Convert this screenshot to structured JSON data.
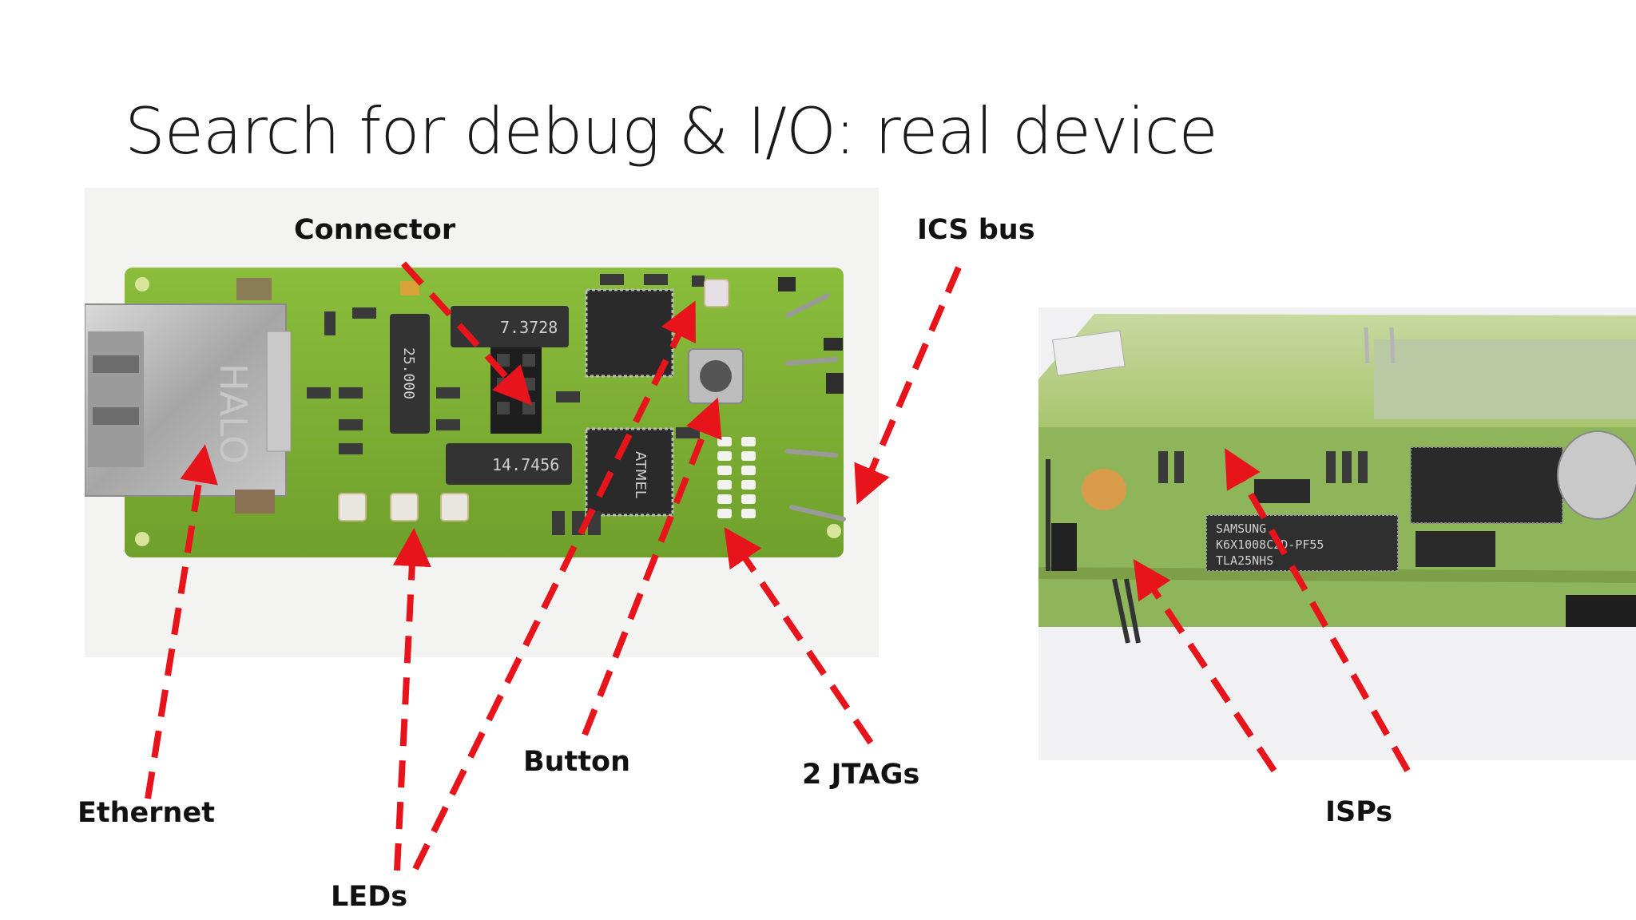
{
  "slide": {
    "title": "Search for debug & I/O: real device"
  },
  "labels": {
    "connector": "Connector",
    "ics_bus": "ICS bus",
    "ethernet": "Ethernet",
    "leds": "LEDs",
    "button": "Button",
    "jtags": "2 JTAGs",
    "isps": "ISPs"
  },
  "board_markings": {
    "crystal_top": "7.3728",
    "crystal_side": "25.000",
    "crystal_bottom": "14.7456",
    "chip": "ATMEL",
    "jack_brand": "HALO",
    "ram_line1": "SAMSUNG",
    "ram_line2": "K6X1008C2D-PF55",
    "ram_line3": "TLA25NHS"
  },
  "colors": {
    "arrow": "#e8141c",
    "pcb": "#7fb236",
    "pcb_dark": "#5d8a22",
    "label": "#111111"
  }
}
